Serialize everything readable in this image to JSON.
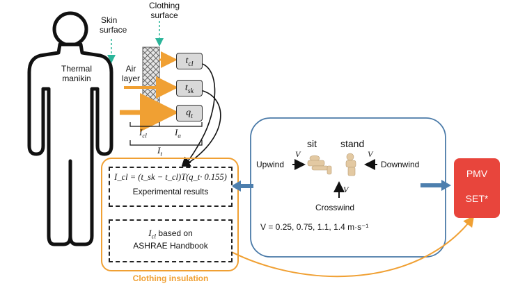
{
  "manikin": {
    "label_line1": "Thermal",
    "label_line2": "manikin",
    "skin_surface_line1": "Skin",
    "skin_surface_line2": "surface",
    "clothing_surface_line1": "Clothing",
    "clothing_surface_line2": "surface",
    "air_layer_line1": "Air",
    "air_layer_line2": "layer"
  },
  "measurements": {
    "t_cl": "t",
    "t_cl_sub": "cl",
    "t_sk": "t",
    "t_sk_sub": "sk",
    "q_t": "q",
    "q_t_sub": "t"
  },
  "dimensions": {
    "I_cl": "I",
    "I_cl_sub": "cl",
    "I_a": "I",
    "I_a_sub": "a",
    "I_t": "I",
    "I_t_sub": "t"
  },
  "insulation_panel": {
    "formula": "I_cl = (t_sk − t_cl)T(q_t· 0.155)",
    "experimental_label": "Experimental results",
    "handbook_line1_var": "I",
    "handbook_line1_sub": "cl",
    "handbook_line1_rest": " based on",
    "handbook_line2": "ASHRAE Handbook",
    "caption": "Clothing insulation"
  },
  "wind_panel": {
    "sit": "sit",
    "stand": "stand",
    "upwind": "Upwind",
    "downwind": "Downwind",
    "crosswind": "Crosswind",
    "v_symbol": "V",
    "velocities": "V = 0.25, 0.75, 1.1, 1.4 m·s⁻¹"
  },
  "output": {
    "pmv": "PMV",
    "set": "SET*"
  },
  "colors": {
    "orange": "#f0a033",
    "teal": "#2bb59a",
    "blue_border": "#4a7aa8",
    "blue_arrow": "#4d7fae",
    "red": "#e8453c"
  }
}
